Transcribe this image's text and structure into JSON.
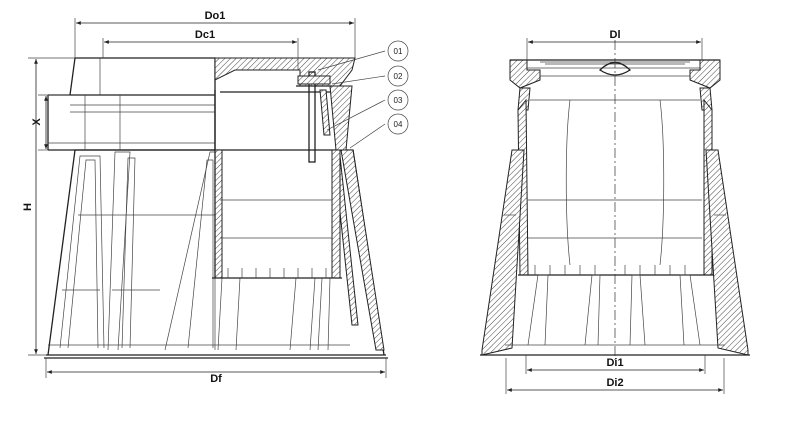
{
  "dimensions": {
    "left_view": {
      "do1": "Do1",
      "dc1": "Dc1",
      "x": "X",
      "h": "H",
      "df": "Df"
    },
    "right_view": {
      "dl": "Dl",
      "di1": "Di1",
      "di2": "Di2"
    }
  },
  "callouts": [
    "01",
    "02",
    "03",
    "04"
  ]
}
